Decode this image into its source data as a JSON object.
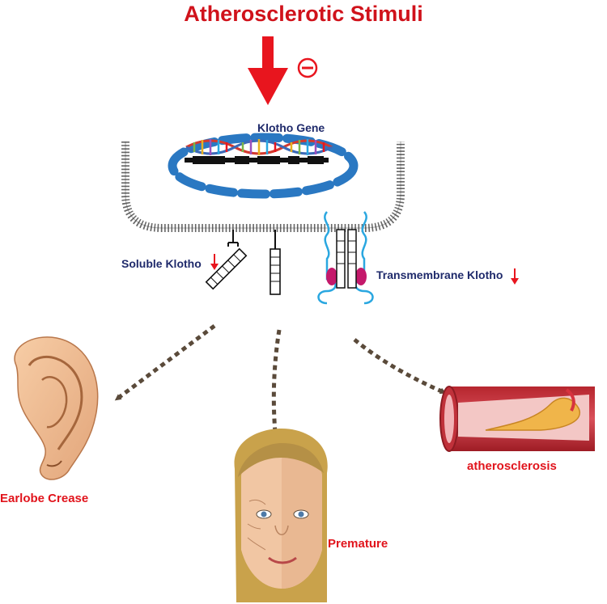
{
  "title": "Atherosclerotic Stimuli",
  "inhibit_symbol": "⊖",
  "labels": {
    "gene": "Klotho Gene",
    "soluble": "Soluble Klotho",
    "transmembrane": "Transmembrane Klotho",
    "earlobe": "Earlobe Crease",
    "atherosclerosis": "atherosclerosis",
    "premature": "Premature"
  },
  "colors": {
    "title_red": "#d0121b",
    "arrow_red": "#e8151e",
    "label_navy": "#1f2a6b",
    "outcome_red": "#e1141c",
    "nucleus_blue": "#2a78c2",
    "receptor_blue": "#2aa7e0",
    "receptor_magenta": "#c4196b",
    "arrow_brown": "#5a4a3a"
  }
}
